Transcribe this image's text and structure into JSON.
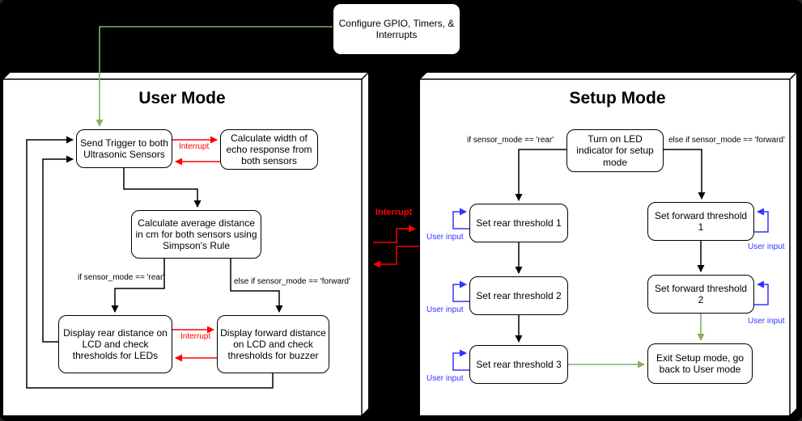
{
  "colors": {
    "background": "#000000",
    "panel": "#ffffff",
    "stroke": "#000000",
    "red": "#ff0000",
    "green": "#82b366",
    "blue": "#3333ff"
  },
  "start_node": {
    "label": "Configure GPIO, Timers, & Interrupts"
  },
  "middle": {
    "interrupt_label": "Interrupt"
  },
  "user_mode": {
    "title": "User Mode",
    "nodes": {
      "send_trigger": "Send Trigger to both Ultrasonic Sensors",
      "calc_width": "Calculate width of echo response from both sensors",
      "calc_avg": "Calculate average distance in cm for both sensors using Simpson's Rule",
      "display_rear": "Display rear distance on LCD and check thresholds for LEDs",
      "display_forward": "Display forward distance on LCD and check thresholds for buzzer"
    },
    "labels": {
      "interrupt_trigger": "Interrupt",
      "interrupt_display": "Interrupt",
      "if_rear": "if sensor_mode == 'rear'",
      "else_forward": "else if sensor_mode == 'forward'"
    }
  },
  "setup_mode": {
    "title": "Setup Mode",
    "nodes": {
      "turn_on_led": "Turn on LED indicator for setup mode",
      "rear1": "Set rear threshold 1",
      "rear2": "Set rear threshold 2",
      "rear3": "Set rear threshold 3",
      "forward1": "Set forward threshold 1",
      "forward2": "Set forward threshold 2",
      "exit": "Exit Setup mode, go back to User mode"
    },
    "labels": {
      "if_rear": "if sensor_mode == 'rear'",
      "else_forward": "else if sensor_mode == 'forward'",
      "user_input": "User input"
    }
  }
}
